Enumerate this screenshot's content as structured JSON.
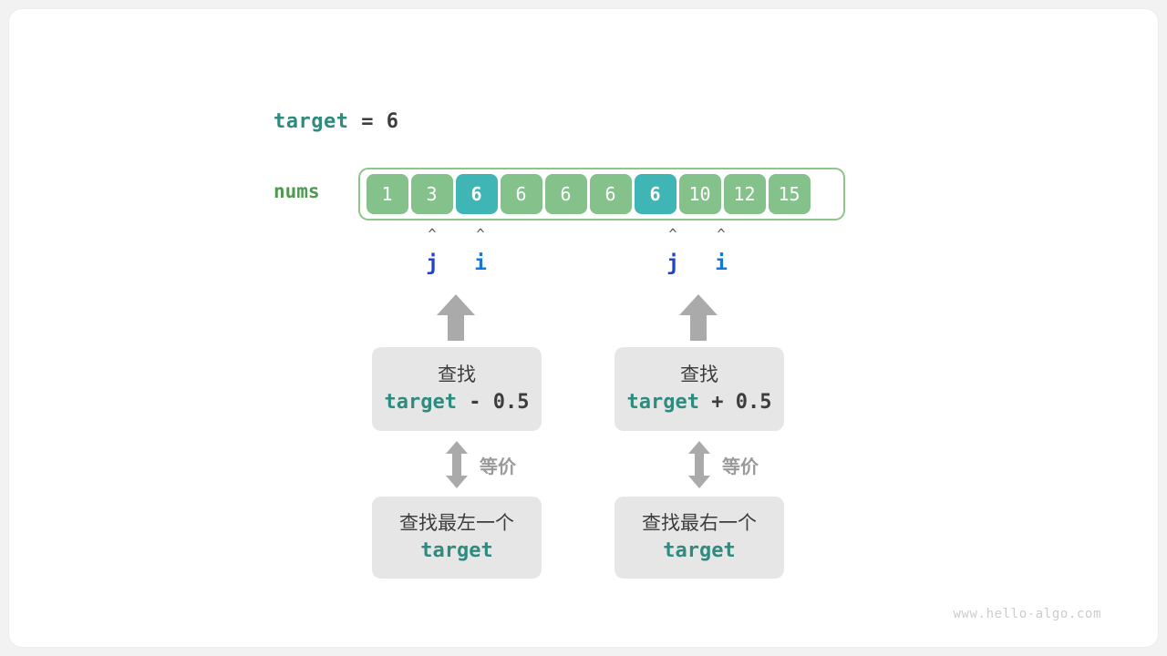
{
  "title": "binary_search_insertion_diagram",
  "target_line": {
    "name": "target",
    "eq": "=",
    "value": "6"
  },
  "array": {
    "label": "nums",
    "values": [
      "1",
      "3",
      "6",
      "6",
      "6",
      "6",
      "6",
      "10",
      "12",
      "15"
    ],
    "highlighted_indices": [
      2,
      6
    ],
    "cell_color": "#84c18b",
    "highlight_color": "#3fb5b5",
    "border_color": "#8ec68a"
  },
  "pointers": [
    {
      "group": "left",
      "caret": "^",
      "labels": [
        {
          "name": "j",
          "text": "j",
          "color": "#2244cc"
        },
        {
          "name": "i",
          "text": "i",
          "color": "#1477d6"
        }
      ]
    },
    {
      "group": "right",
      "caret": "^",
      "labels": [
        {
          "name": "j",
          "text": "j",
          "color": "#2244cc"
        },
        {
          "name": "i",
          "text": "i",
          "color": "#1477d6"
        }
      ]
    }
  ],
  "branches": [
    {
      "side": "left",
      "upper_box": {
        "line1": "查找",
        "code_target": "target",
        "code_op": " - 0.5"
      },
      "equiv_label": "等价",
      "lower_box": {
        "line1": "查找最左一个",
        "code_target": "target"
      }
    },
    {
      "side": "right",
      "upper_box": {
        "line1": "查找",
        "code_target": "target",
        "code_op": " + 0.5"
      },
      "equiv_label": "等价",
      "lower_box": {
        "line1": "查找最右一个",
        "code_target": "target"
      }
    }
  ],
  "colors": {
    "teal_keyword": "#2e8b7d",
    "dark_text": "#3d3d3d",
    "gray_arrow": "#aaaaaa",
    "box_gray": "#e6e6e6",
    "nums_green": "#4f9a51"
  },
  "watermark": "www.hello-algo.com"
}
